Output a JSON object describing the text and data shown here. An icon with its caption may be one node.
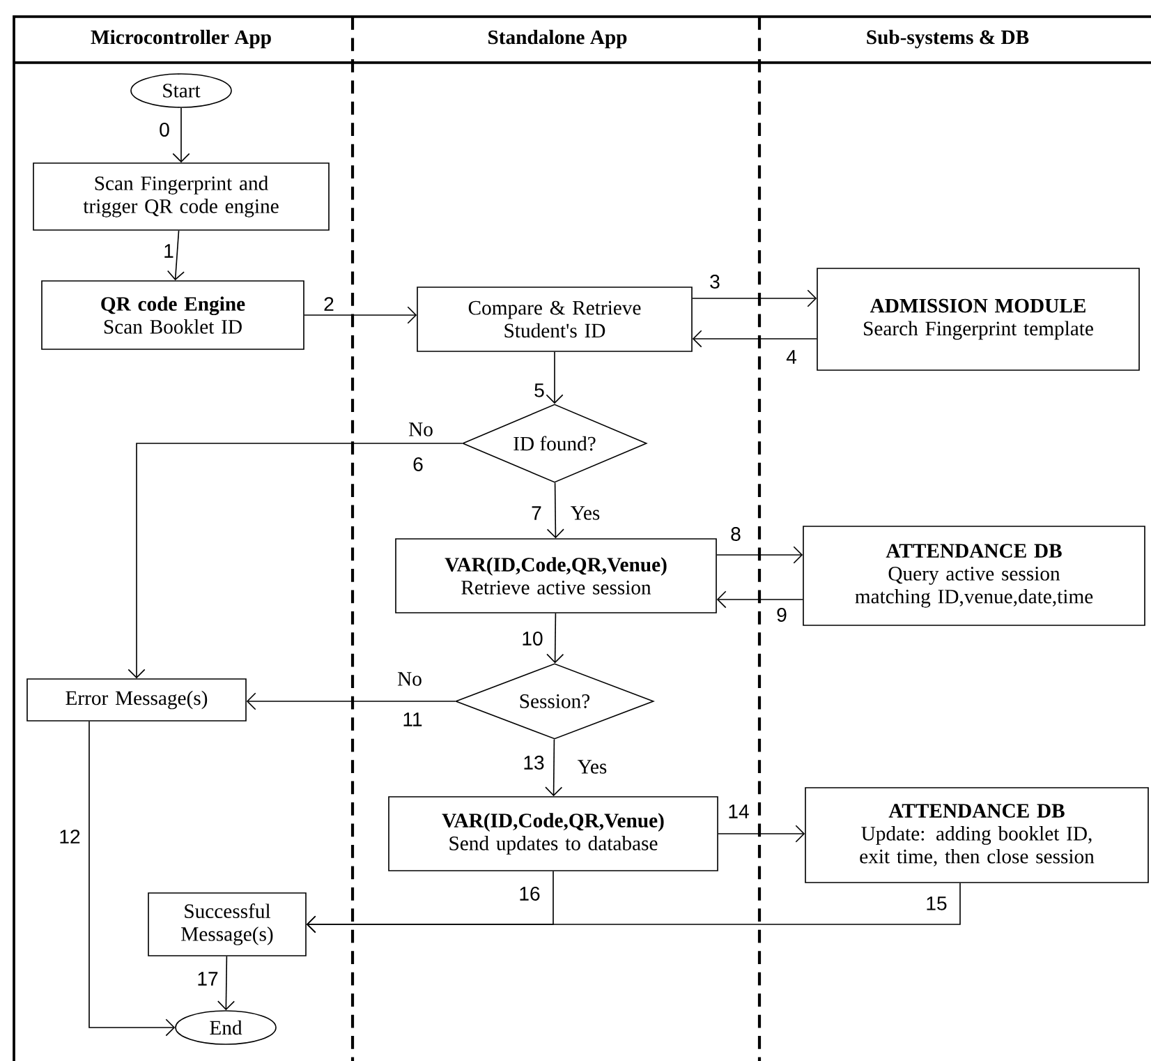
{
  "diagram": {
    "nodes": [
      {
        "text": [
          "Start"
        ]
      },
      {
        "text": [
          "Scan Fingerprint and trigger QR code engine"
        ]
      },
      {
        "text": [
          "QR code Engine",
          "Scan Booklet ID"
        ]
      },
      {
        "text": [
          "Compare & Retrieve Student's ID"
        ]
      },
      {
        "text": [
          "ADMISSION MODULE",
          "Search Fingerprint template"
        ]
      },
      {
        "text": [
          "ID found?"
        ]
      },
      {
        "text": [
          "VAR(ID,Code,QR,Venue)",
          "Retrieve active session"
        ]
      },
      {
        "text": [
          "ATTENDANCE DB",
          "Query active session matching ID,venue,date,time"
        ]
      },
      {
        "text": [
          "Session?"
        ]
      },
      {
        "text": [
          "Error Message(s)"
        ]
      },
      {
        "text": [
          "VAR(ID,Code,QR,Venue)",
          "Send updates to database"
        ]
      },
      {
        "text": [
          "ATTENDANCE DB",
          "Update: adding booklet ID, exit time, then close session"
        ]
      },
      {
        "text": [
          "Successful Message(s)"
        ]
      },
      {
        "text": [
          "End"
        ]
      }
    ],
    "edges": [
      {
        "from": 0,
        "to": 1,
        "arrow": "to",
        "label": "0"
      },
      {
        "from": 1,
        "to": 2,
        "arrow": "to",
        "label": "1"
      },
      {
        "from": 2,
        "to": 3,
        "arrow": "to",
        "label": "2"
      },
      {
        "from": 3,
        "to": 4,
        "arrow": "to",
        "label": "3"
      },
      {
        "from": 4,
        "to": 3,
        "arrow": "to",
        "label": "4"
      },
      {
        "from": 3,
        "to": 5,
        "arrow": "to",
        "label": "5"
      },
      {
        "from": 5,
        "to": 9,
        "arrow": "to",
        "label": "6"
      },
      {
        "from": 5,
        "to": 6,
        "arrow": "to",
        "label": "7"
      },
      {
        "from": 6,
        "to": 7,
        "arrow": "to",
        "label": "8"
      },
      {
        "from": 7,
        "to": 6,
        "arrow": "to",
        "label": "9"
      },
      {
        "from": 6,
        "to": 8,
        "arrow": "to",
        "label": "10"
      },
      {
        "from": 8,
        "to": 9,
        "arrow": "to",
        "label": "11"
      },
      {
        "from": 9,
        "to": 13,
        "arrow": "to",
        "label": "12"
      },
      {
        "from": 8,
        "to": 10,
        "arrow": "to",
        "label": "13"
      },
      {
        "from": 10,
        "to": 11,
        "arrow": "to",
        "label": "14"
      },
      {
        "from": 11,
        "to": 12,
        "arrow": "to",
        "label": "15"
      },
      {
        "from": 10,
        "to": 12,
        "arrow": "to",
        "label": "16"
      },
      {
        "from": 12,
        "to": 13,
        "arrow": "to",
        "label": "17"
      }
    ],
    "labels": [
      "Microcontroller App",
      "Standalone App",
      "Sub-systems & DB",
      "No",
      "Yes",
      "No",
      "Yes"
    ]
  }
}
